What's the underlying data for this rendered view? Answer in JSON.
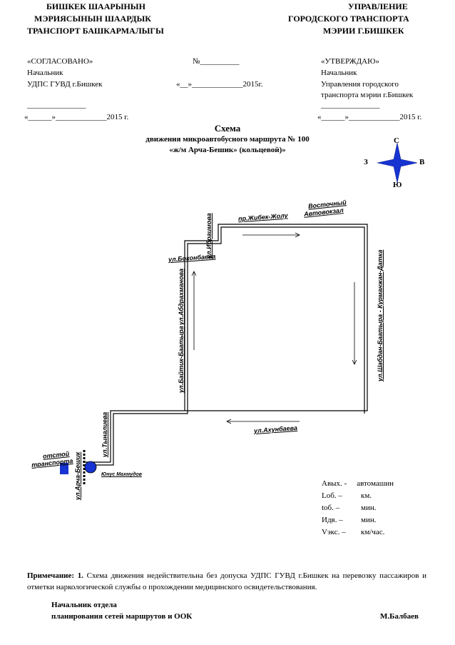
{
  "header": {
    "left_lines": [
      "БИШКЕК ШААРЫНЫН",
      "МЭРИЯСЫНЫН   ШААРДЫК",
      "ТРАНСПОРТ  БАШКАРМАЛЫГЫ"
    ],
    "right_lines": [
      "УПРАВЛЕНИЕ",
      "ГОРОДСКОГО  ТРАНСПОРТА",
      "МЭРИИ Г.БИШКЕК"
    ]
  },
  "approvals": {
    "left": {
      "title": "«СОГЛАСОВАНО»",
      "line1": "Начальник",
      "line2": "УДПС  ГУВД г.Бишкек",
      "sign": "_______________",
      "date": "«______»_____________2015 г."
    },
    "center": {
      "number": "№__________",
      "date": "«__»_____________2015г."
    },
    "right": {
      "title": "«УТВЕРЖДАЮ»",
      "line1": "Начальник",
      "line2": "Управления городского",
      "line3": "транспорта мэрии г.Бишкек",
      "sign": "_______________",
      "date": "«______»_____________2015 г."
    }
  },
  "title": {
    "main": "Схема",
    "line2": "движения микроавтобусного маршрута № 100",
    "line3": "«ж/м Арча-Бешик» (кольцевой)»"
  },
  "compass": {
    "n": "С",
    "s": "Ю",
    "w": "З",
    "e": "В",
    "color": "#1733d1"
  },
  "map": {
    "streets": {
      "vostochny": "Восточный",
      "avtovokzal": "Автовокзал",
      "zhibek_zholu": "пр.Жибек-Жолу",
      "ibraimova": "ул.Ибраимова",
      "bokonbaeva": "ул.Боконбаева",
      "abdrakhmanova": "ул.Абдрахманова",
      "baytik": "ул.Байтик-Баатыра",
      "shabdan": "ул.Шабдан-Баатыра - Курманжан-Датка",
      "akhunbaeva": "ул.Ахунбаева",
      "tynalieva": "ул.Тыналиева",
      "archa_beshik": "ул.Арча-Бешик",
      "yunus_makhmudov": "Юнус Махмудов"
    },
    "otstoy": [
      "отстой",
      "транспорта"
    ],
    "route_color": "#000000",
    "stop_color": "#1733d1"
  },
  "stats": [
    {
      "label": "Авых. -",
      "unit": "автомашин"
    },
    {
      "label": "Lоб. –",
      "unit": "км."
    },
    {
      "label": "tоб. –",
      "unit": "мин."
    },
    {
      "label": "Идв. –",
      "unit": "мин."
    },
    {
      "label": "Vэкс. –",
      "unit": "км/час."
    }
  ],
  "note": {
    "prefix": "Примечание: 1.",
    "text": " Схема движения недействительна без допуска УДПС ГУВД г.Бишкек на перевозку пассажиров и отметки наркологической службы о прохождении медицинского освидетельствования."
  },
  "signature": {
    "line1": "Начальник  отдела",
    "line2": "планирования сетей маршрутов и ООК",
    "name": "М.Балбаев"
  }
}
